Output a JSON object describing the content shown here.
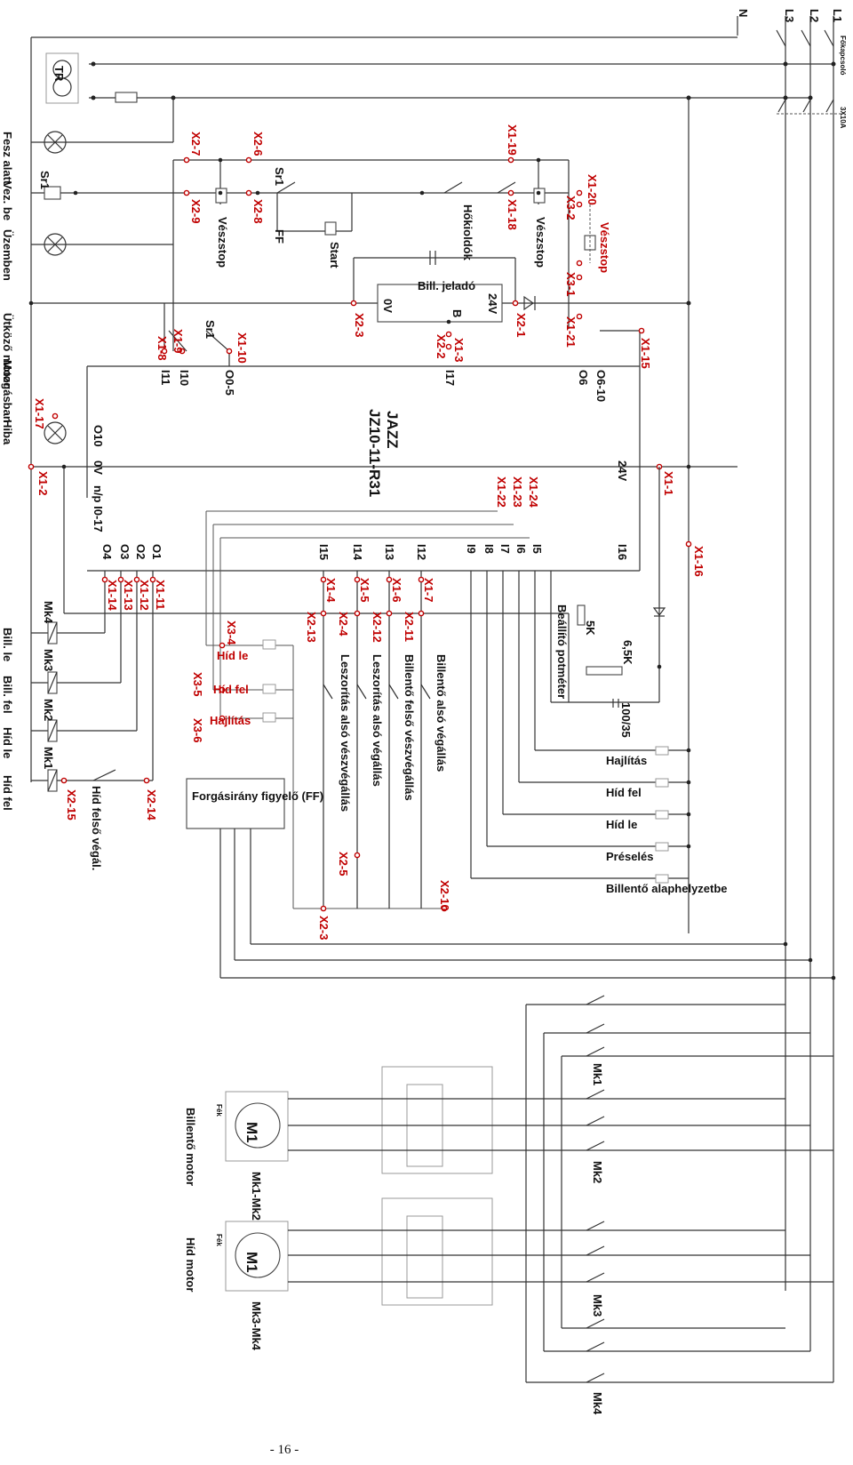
{
  "page": {
    "number": "- 16 -"
  },
  "supply": {
    "lines": [
      "N",
      "L3",
      "L2",
      "L1"
    ],
    "main_switch": "Főkapcsoló",
    "fuse": "3X10A",
    "transformer": "TR"
  },
  "lamps": {
    "fesz": "Fesz alatt",
    "vez": "Vez. be",
    "uzemben": "Üzemben",
    "hiba": "Hiba"
  },
  "switches": {
    "sr1": "Sr1",
    "sr1_b": "Sr1",
    "sr1_c": "Sr1",
    "ff": "FF",
    "start": "Start",
    "hokioldok": "Hőkioldók",
    "vesz1": "Vészstop",
    "vesz2": "Vészstop",
    "vesz_red": "Vészstop"
  },
  "left_side": {
    "utkozo": "Ütköző motor",
    "mozgasban": "Mozgásban"
  },
  "encoder": {
    "title": "Bill. jeladó",
    "v0": "0V",
    "b": "B",
    "v24": "24V"
  },
  "controller": {
    "name": "JAZZ",
    "model": "JZ10-11-R31",
    "v24": "24V",
    "v0": "0V",
    "np": "n/p I0-17"
  },
  "io": {
    "i11": "I11",
    "i10": "I10",
    "o05": "O0-5",
    "i17": "I17",
    "o6": "O6",
    "o610": "O6-10",
    "o10": "O10",
    "o4": "O4",
    "o3": "O3",
    "o2": "O2",
    "o1": "O1",
    "i15": "I15",
    "i14": "I14",
    "i13": "I13",
    "i12": "I12",
    "i9": "I9",
    "i8": "I8",
    "i7": "I7",
    "i6": "I6",
    "i5": "I5",
    "i16": "I16"
  },
  "terminals": {
    "x2_7": "X2-7",
    "x2_6": "X2-6",
    "x2_9": "X2-9",
    "x2_8": "X2-8",
    "x1_19": "X1-19",
    "x1_18": "X1-18",
    "x1_20": "X1-20",
    "x3_2": "X3-2",
    "x3_1": "X3-1",
    "x1_21": "X1-21",
    "x2_3": "X2-3",
    "x2_1": "X2-1",
    "x1_3": "X1-3",
    "x2_2": "X2-2",
    "x1_8": "X1-8",
    "x1_9": "X1-9",
    "x1_10": "X1-10",
    "x1_15": "X1-15",
    "x1_17": "X1-17",
    "x1_2": "X1-2",
    "x1_1": "X1-1",
    "x1_16": "X1-16",
    "x1_22": "X1-22",
    "x1_23": "X1-23",
    "x1_24": "X1-24",
    "x1_14": "X1-14",
    "x1_13": "X1-13",
    "x1_12": "X1-12",
    "x1_11": "X1-11",
    "x1_4": "X1-4",
    "x1_5": "X1-5",
    "x1_6": "X1-6",
    "x1_7": "X1-7",
    "x2_13": "X2-13",
    "x2_4": "X2-4",
    "x2_12": "X2-12",
    "x2_11": "X2-11",
    "x3_4": "X3-4",
    "x3_5": "X3-5",
    "x3_6": "X3-6",
    "x2_15": "X2-15",
    "x2_14": "X2-14",
    "x2_5": "X2-5",
    "x2_10": "X2-10",
    "x2_3b": "X2-3"
  },
  "relays": {
    "mk4": "Mk4",
    "mk3": "Mk3",
    "mk2": "Mk2",
    "mk1": "Mk1",
    "bill_le": "Bill. le",
    "bill_fel": "Bill. fel",
    "hid_le": "Híd le",
    "hid_fel": "Híd fel",
    "hid_felso": "Híd felső végál."
  },
  "buttons": {
    "hid_le": "Híd le",
    "hid_fel": "Híd fel",
    "hajlitas": "Hajlítás"
  },
  "limits": {
    "leszoritas_also_vesz": "Leszorítás alsó vészvégállás",
    "leszoritas_also": "Leszorítás alsó végállás",
    "billento_felso_vesz": "Billentő felső vészvégállás",
    "billento_also": "Billentő alsó végállás"
  },
  "potmeter": {
    "title": "Beállító potméter",
    "r5k": "5K",
    "r65k": "6,5K",
    "cap": "100/35"
  },
  "selector": {
    "hajlitas": "Hajlítás",
    "hid_fel": "Híd fel",
    "hid_le": "Híd le",
    "preseles": "Préselés",
    "billento": "Billentő alaphelyzetbe"
  },
  "ff_box": "Forgásirány figyelő (FF)",
  "motors": [
    {
      "symbol": "M1",
      "brake": "Fék",
      "name": "Billentő motor",
      "contactors": "Mk1-Mk2",
      "k_a": "Mk1",
      "k_b": "Mk2"
    },
    {
      "symbol": "M1",
      "brake": "Fék",
      "name": "Híd motor",
      "contactors": "Mk3-Mk4",
      "k_a": "Mk3",
      "k_b": "Mk4"
    }
  ],
  "colors": {
    "terminal": "#c00000",
    "wire": "#333333"
  }
}
